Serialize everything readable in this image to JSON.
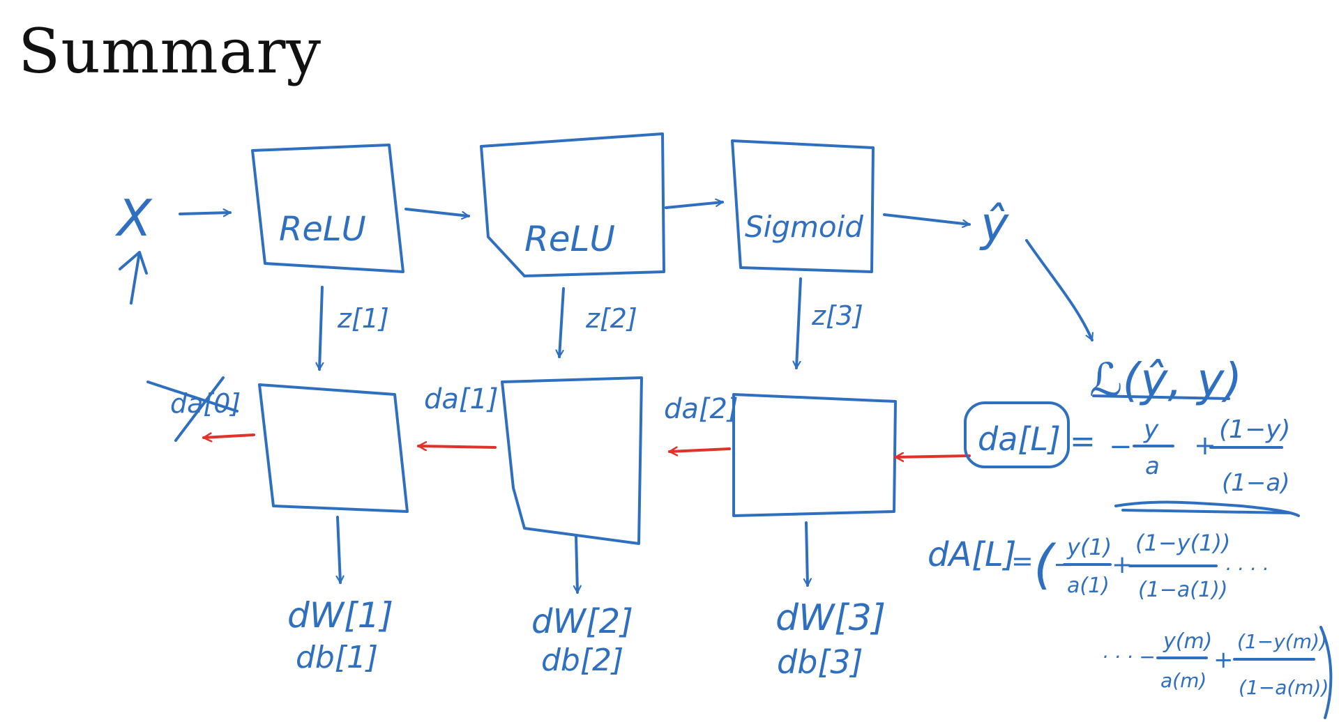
{
  "title": "Summary",
  "colors": {
    "ink_blue": "#2f6fc0",
    "ink_red": "#e0322a",
    "title_black": "#111111"
  },
  "forward": {
    "input": "X",
    "layers": [
      {
        "label": "ReLU",
        "output": "z[1]"
      },
      {
        "label": "ReLU",
        "output": "z[2]"
      },
      {
        "label": "Sigmoid",
        "output": "z[3]"
      }
    ],
    "prediction": "ŷ",
    "loss": "ℒ(ŷ, y)"
  },
  "backward": {
    "da_labels": [
      "da[0]",
      "da[1]",
      "da[2]"
    ],
    "da_final": "da[L]",
    "gradients": [
      {
        "dw": "dW[1]",
        "db": "db[1]"
      },
      {
        "dw": "dW[2]",
        "db": "db[2]"
      },
      {
        "dw": "dW[3]",
        "db": "db[3]"
      }
    ]
  },
  "equations": {
    "da_L": {
      "equals": "=",
      "minus": "−",
      "plus": "+",
      "frac1_num": "y",
      "frac1_den": "a",
      "frac2_num": "(1−y)",
      "frac2_den": "(1−a)"
    },
    "dA_L": {
      "lhs": "dA[L]",
      "equals": "=",
      "open": "(",
      "minus": "−",
      "plus": "+",
      "t1_num": "y(1)",
      "t1_den": "a(1)",
      "t2_num": "(1−y(1))",
      "t2_den": "(1−a(1))",
      "dots": "· · · ·",
      "lead": "· · · −",
      "tm_num": "y(m)",
      "tm_den": "a(m)",
      "tm2_num": "(1−y(m))",
      "tm2_den": "(1−a(m))"
    }
  }
}
